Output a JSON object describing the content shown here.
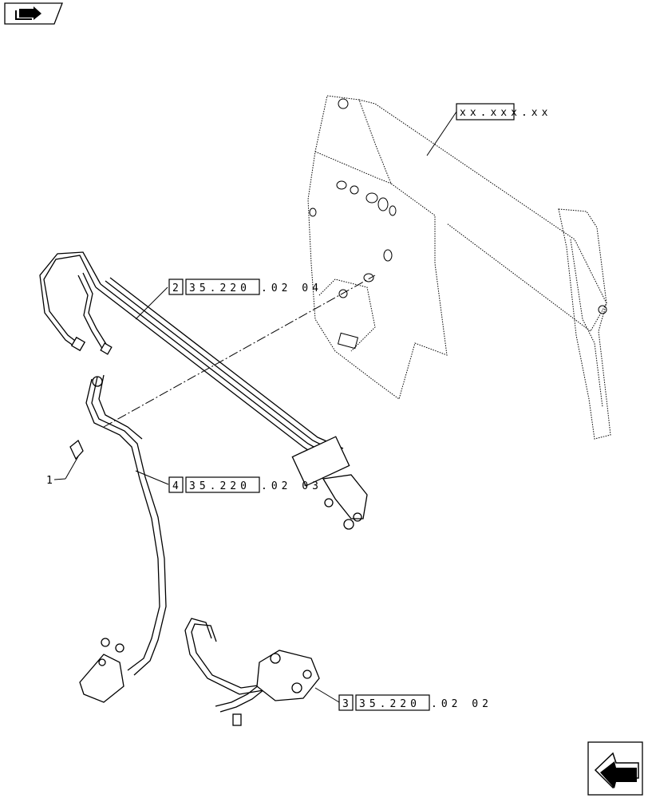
{
  "callouts": {
    "ref_top": "xx.xxx.xx",
    "c2": {
      "item": "2",
      "ref_boxed": "35.220",
      "ref_rest": ".02 04"
    },
    "c4": {
      "item": "4",
      "ref_boxed": "35.220",
      "ref_rest": ".02 03"
    },
    "c3": {
      "item": "3",
      "ref_boxed": "35.220",
      "ref_rest": ".02 02"
    },
    "part1": "1"
  },
  "icons": {
    "top_left": "book-arrow-icon",
    "bottom_right": "navigate-arrow-icon"
  }
}
